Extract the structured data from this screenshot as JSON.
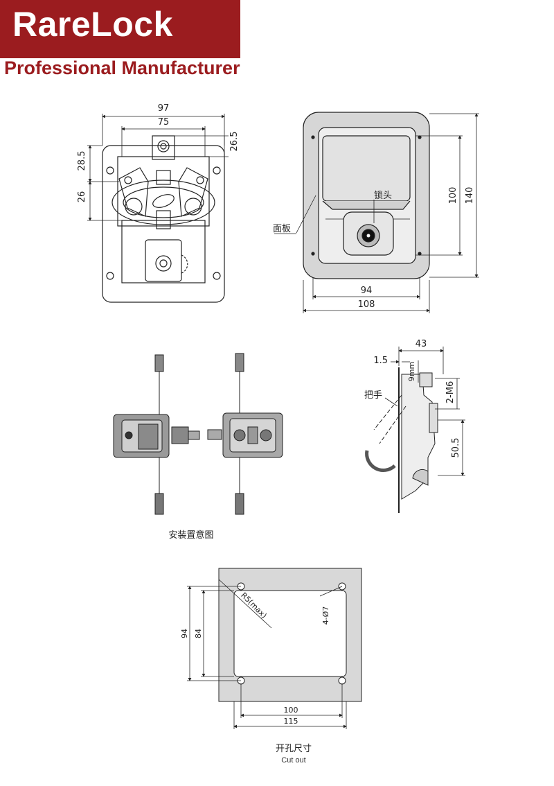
{
  "brand": {
    "name": "RareLock",
    "tagline": "Professional Manufacturer",
    "color": "#9b1c1f"
  },
  "front_view": {
    "dims": {
      "w1": "97",
      "w2": "75",
      "h1": "26.5",
      "h2": "28.5",
      "h3": "26"
    }
  },
  "panel_view": {
    "labels": {
      "lock": "锁头",
      "panel": "面板"
    },
    "dims": {
      "w_inner": "94",
      "w_outer": "108",
      "h_inner": "100",
      "h_outer": "140"
    }
  },
  "install_view": {
    "caption": "安装置意图"
  },
  "side_view": {
    "labels": {
      "handle": "把手"
    },
    "dims": {
      "depth": "43",
      "thick": "1.5",
      "offset": "9mm",
      "screws": "2-M6",
      "height": "50.5"
    }
  },
  "cutout_view": {
    "caption_cn": "开孔尺寸",
    "caption_en": "Cut out",
    "dims": {
      "radius": "R5(max)",
      "holes": "4-Ø7",
      "h_inner": "84",
      "h_outer": "94",
      "w_inner": "100",
      "w_outer": "115"
    }
  }
}
